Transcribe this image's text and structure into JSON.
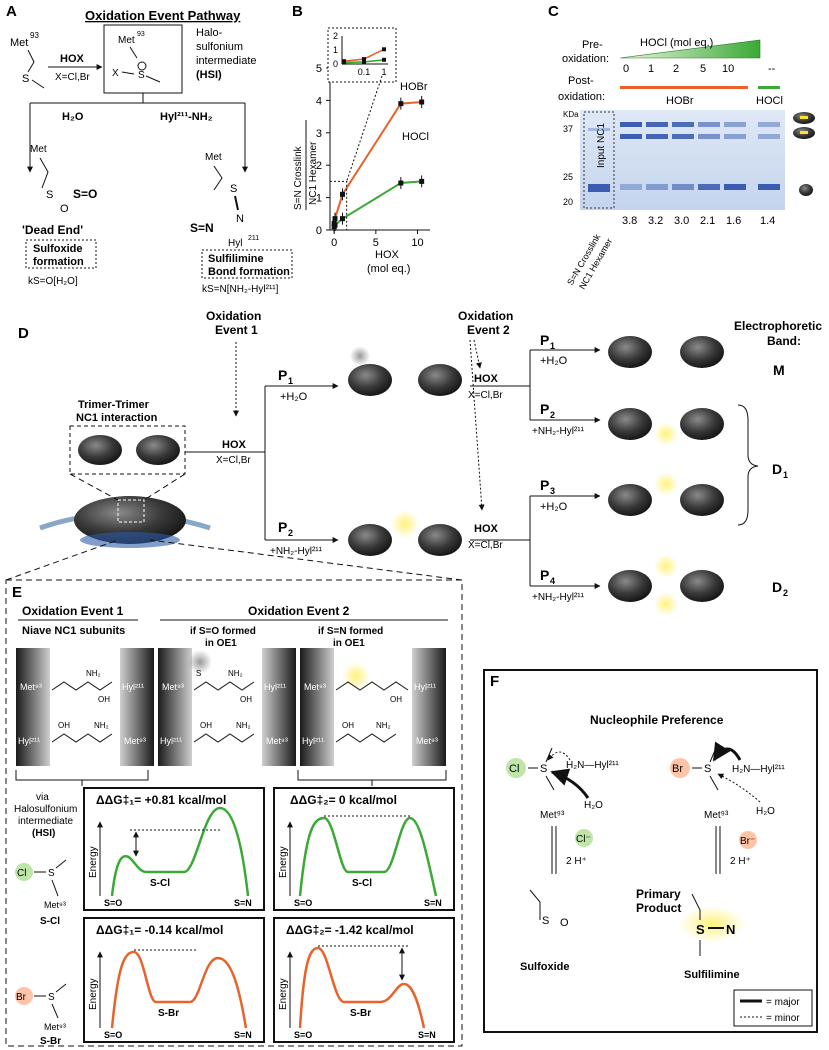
{
  "panelA": {
    "letter": "A",
    "title": "Oxidation Event Pathway",
    "met": "Met",
    "met_num": "93",
    "s": "S",
    "reagent": "HOX",
    "reagent_x": "X=Cl,Br",
    "hsi_x": "X",
    "hsi_label1": "Halo-",
    "hsi_label2": "sulfonium",
    "hsi_label3": "intermediate",
    "hsi_abbr": "(HSI)",
    "left_nuc": "H₂O",
    "right_nuc": "Hyl²¹¹-NH₂",
    "so": "S=O",
    "sn": "S=N",
    "o": "O",
    "n": "N",
    "hyl": "Hyl",
    "hyl_num": "211",
    "dead_end": "'Dead End'",
    "box1_a": "Sulfoxide",
    "box1_b": "formation",
    "rate1": "kS=O[H₂O]",
    "box2_a": "Sulfilimine",
    "box2_b": "Bond formation",
    "rate2": "kS=N[NH₂-Hyl²¹¹]"
  },
  "panelB": {
    "letter": "B",
    "ylabel1": "S=N Crosslink",
    "ylabel2": "NC1 Hexamer",
    "xlabel1": "HOX",
    "xlabel2": "(mol eq.)",
    "series_hobr": "HOBr",
    "series_hocl": "HOCl",
    "colors": {
      "hobr": "#e8622a",
      "hocl": "#3aa935"
    }
  },
  "chart_data": {
    "type": "line",
    "xlabel": "HOX (mol eq.)",
    "ylabel": "S=N Crosslink / NC1 Hexamer",
    "xlim": [
      -0.5,
      11.5
    ],
    "ylim": [
      0,
      5
    ],
    "xticks": [
      0,
      5,
      10
    ],
    "yticks": [
      0,
      1,
      2,
      3,
      4,
      5
    ],
    "series": [
      {
        "name": "HOBr",
        "x": [
          0,
          0.1,
          1,
          8,
          10.5
        ],
        "y": [
          0.2,
          0.35,
          1.1,
          3.9,
          3.95
        ]
      },
      {
        "name": "HOCl",
        "x": [
          0,
          0.1,
          1,
          8,
          10.5
        ],
        "y": [
          0.1,
          0.15,
          0.35,
          1.45,
          1.5
        ]
      }
    ],
    "inset": {
      "xticks": [
        "0.1",
        "1"
      ],
      "yticks": [
        0,
        1,
        2
      ],
      "series": [
        {
          "name": "HOBr",
          "x": [
            0,
            0.1,
            1
          ],
          "y": [
            0.2,
            0.35,
            1.05
          ]
        },
        {
          "name": "HOCl",
          "x": [
            0,
            0.1,
            1
          ],
          "y": [
            0.1,
            0.15,
            0.3
          ]
        }
      ]
    }
  },
  "panelC": {
    "letter": "C",
    "pre1": "Pre-",
    "pre2": "oxidation:",
    "hocl_mol": "HOCl  (mol eq.)",
    "lanes": [
      "0",
      "1",
      "2",
      "5",
      "10",
      "--"
    ],
    "post1": "Post-",
    "post2": "oxidation:",
    "hobr": "HOBr",
    "hocl": "HOCl",
    "kda": "KDa",
    "markers": [
      "37",
      "25",
      "20"
    ],
    "input": "Input NC1",
    "side1": "S=N Crosslink",
    "side2": "NC1 Hexamer",
    "ratios": [
      "3.8",
      "3.2",
      "3.0",
      "2.1",
      "1.6",
      "1.4"
    ]
  },
  "panelD": {
    "letter": "D",
    "oe1_a": "Oxidation",
    "oe1_b": "Event 1",
    "oe2_a": "Oxidation",
    "oe2_b": "Event 2",
    "trimer1": "Trimer-Trimer",
    "trimer2": "NC1 interaction",
    "hox": "HOX",
    "x": "X=Cl,Br",
    "p": "P",
    "h2o": "+H₂O",
    "nh2hyl": "+NH₂-Hyl²¹¹",
    "eband1": "Electrophoretic",
    "eband2": "Band:",
    "m": "M",
    "d1": "D",
    "d2": "D",
    "sub1": "1",
    "sub2": "2",
    "sub3": "3",
    "sub4": "4"
  },
  "panelE": {
    "letter": "E",
    "oe1": "Oxidation Event 1",
    "oe2": "Oxidation Event 2",
    "naive": "Niave NC1 subunits",
    "ifso1": "if S=O formed",
    "ifso2": "in OE1",
    "ifsn1": "if S=N formed",
    "ifsn2": "in OE1",
    "met": "Met⁹³",
    "hyl": "Hyl²¹¹",
    "oh": "OH",
    "nh2": "NH₂",
    "via1": "via",
    "via2": "Halosulfonium",
    "via3": "intermediate",
    "via4": "(HSI)",
    "scl": "S-Cl",
    "sbr": "S-Br",
    "dg1cl": "ΔΔG‡₁= +0.81 kcal/mol",
    "dg2cl": "ΔΔG‡₂=  0 kcal/mol",
    "dg1br": "ΔΔG‡₁= -0.14 kcal/mol",
    "dg2br": "ΔΔG‡₂= -1.42 kcal/mol",
    "energy": "Energy",
    "so": "S=O",
    "sn": "S=N",
    "cl": "Cl",
    "br": "Br",
    "s": "S"
  },
  "panelF": {
    "letter": "F",
    "title": "Nucleophile Preference",
    "h2n": "H₂N—Hyl²¹¹",
    "h2o": "H₂O",
    "met": "Met⁹³",
    "cl": "Cl",
    "br": "Br",
    "clm": "Cl⁻",
    "brm": "Br⁻",
    "twoh": "2 H⁺",
    "primary1": "Primary",
    "primary2": "Product",
    "sulfoxide": "Sulfoxide",
    "sulfilimine": "Sulfilimine",
    "s": "S",
    "o": "O",
    "n": "N",
    "major": "= major",
    "minor": "= minor"
  }
}
